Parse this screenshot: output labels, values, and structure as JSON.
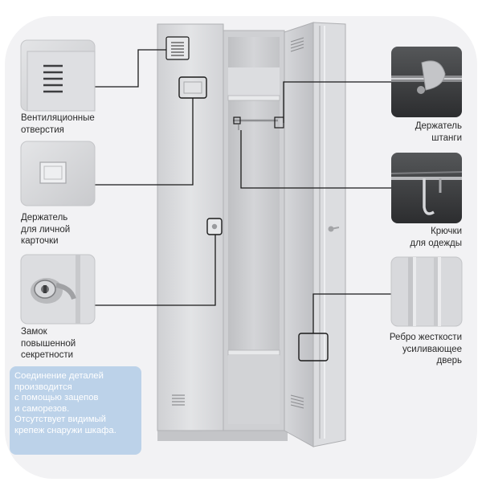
{
  "callouts": {
    "vent": {
      "lines": [
        "Вентиляционные",
        "отверстия"
      ]
    },
    "card_holder": {
      "lines": [
        "Держатель",
        "для личной",
        "карточки"
      ]
    },
    "lock": {
      "lines": [
        "Замок",
        "повышенной",
        "секретности"
      ]
    },
    "rod_holder": {
      "lines": [
        "Держатель",
        "штанги"
      ]
    },
    "hooks": {
      "lines": [
        "Крючки",
        "для одежды"
      ]
    },
    "rib": {
      "lines": [
        "Ребро жесткости",
        "усиливающее",
        "дверь"
      ]
    }
  },
  "note": {
    "lines": [
      "Соединение деталей",
      "производится",
      "с помощью зацепов",
      "и саморезов.",
      "Отсутствует видимый",
      "крепеж снаружи шкафа."
    ]
  },
  "colors": {
    "steel": "#d9dadc",
    "steel_dark": "#b9babd",
    "interior": "#c9cacc",
    "leader": "#1a1a1a",
    "note_bg": "#bcd2e9",
    "dark_thumb": "#3c3d3f"
  }
}
